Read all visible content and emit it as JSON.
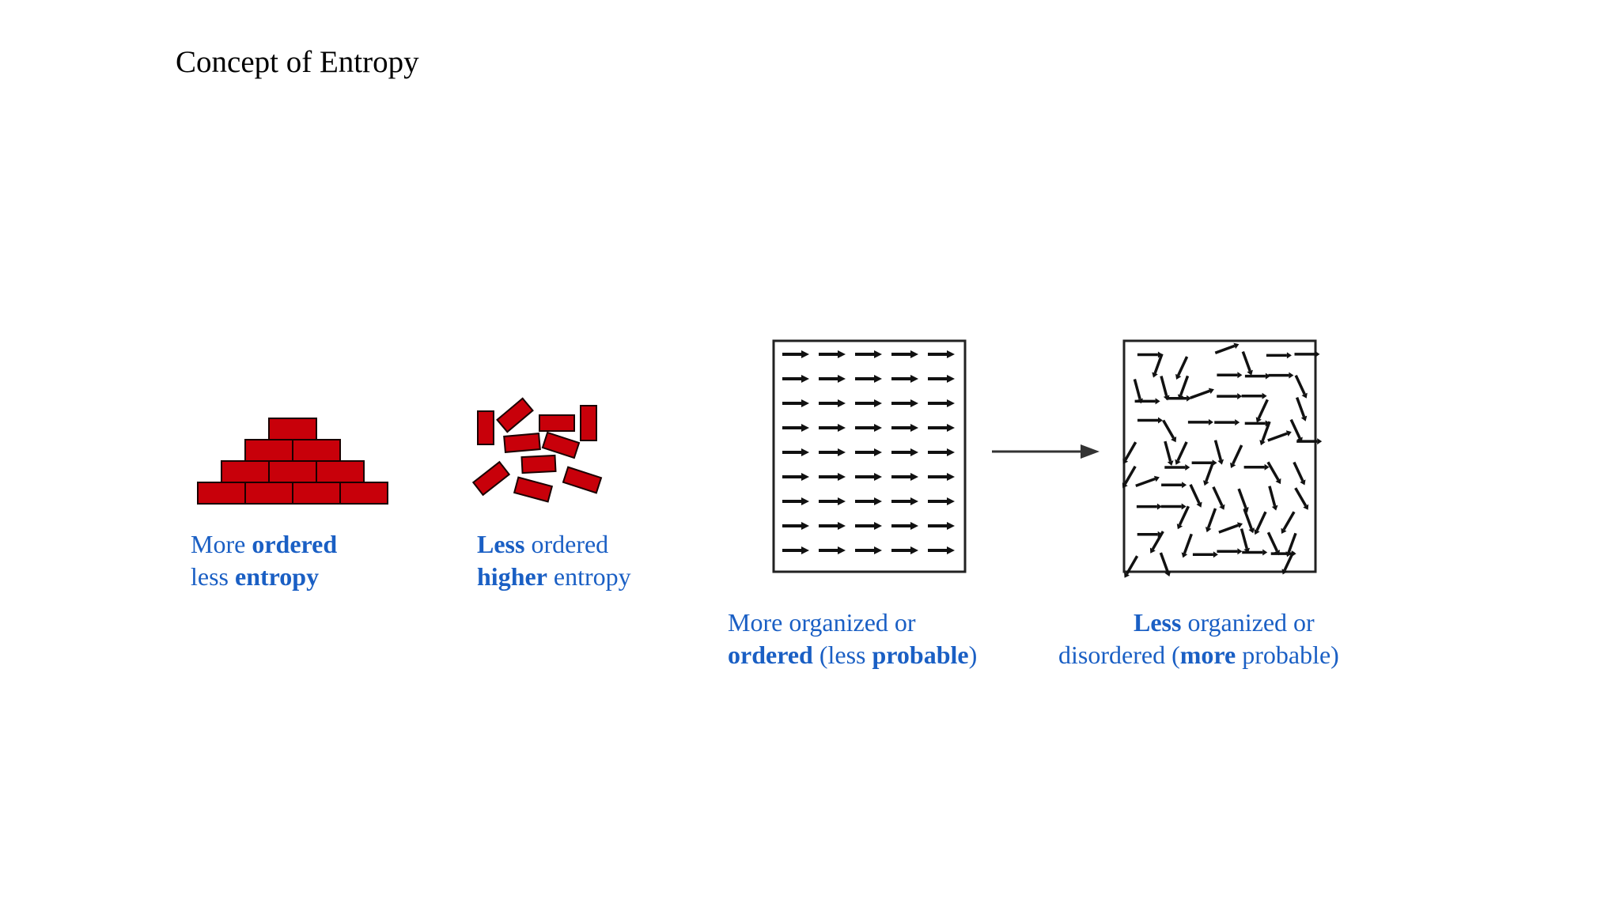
{
  "title": "Concept of Entropy",
  "colors": {
    "brick": "#c8000a",
    "caption": "#1a5fc4"
  },
  "captions": {
    "ordered_bricks": {
      "line1_normal": "More ",
      "line1_bold": "ordered",
      "line2_normal": "less ",
      "line2_bold": "entropy"
    },
    "scattered_bricks": {
      "line1_bold": "Less",
      "line1_normal": " ordered",
      "line2_bold": "higher",
      "line2_normal": " entropy"
    },
    "organized_box": {
      "line1": "More organized or",
      "line2_bold_a": "ordered",
      "line2_normal_a": " (less ",
      "line2_bold_b": "probable",
      "line2_normal_b": ")"
    },
    "disordered_box": {
      "line1_bold": "Less",
      "line1_normal": " organized or",
      "line2_normal_a": "disordered (",
      "line2_bold": "more",
      "line2_normal_b": " probable)"
    }
  }
}
